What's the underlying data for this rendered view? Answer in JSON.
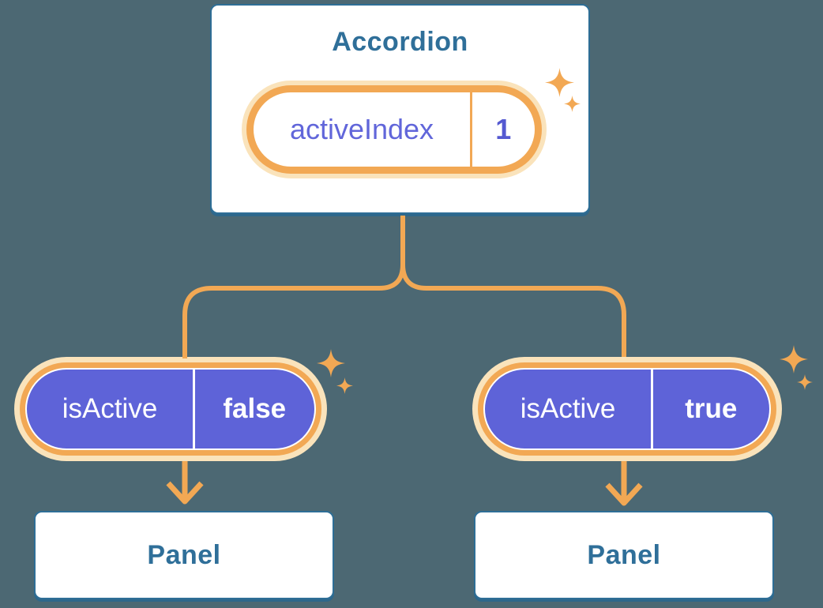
{
  "diagram": {
    "background": "#4C6873",
    "accent_orange": "#F2A854",
    "glow_orange": "#FAE3BB",
    "pill_purple": "#5E63D8",
    "outline_blue": "#2E6E96",
    "title_blue": "#2F6F99",
    "label_purple": "#6166DA",
    "value_purple": "#5459D1",
    "text_white": "#FFFFFF"
  },
  "accordion": {
    "title": "Accordion",
    "state": {
      "label": "activeIndex",
      "value": "1"
    }
  },
  "props": [
    {
      "label": "isActive",
      "value": "false"
    },
    {
      "label": "isActive",
      "value": "true"
    }
  ],
  "panels": [
    {
      "title": "Panel"
    },
    {
      "title": "Panel"
    }
  ],
  "icons": {
    "sparkles": "✦",
    "arrow_down": "↓"
  }
}
